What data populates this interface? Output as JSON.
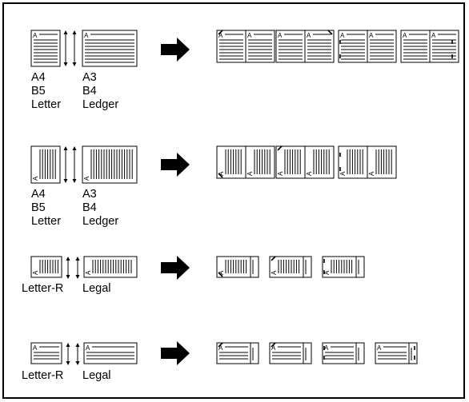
{
  "rows": [
    {
      "name": "portrait-a4-a3",
      "size_labels": [
        [
          "A4",
          "B5",
          "Letter"
        ],
        [
          "A3",
          "B4",
          "Ledger"
        ]
      ],
      "page_letter": "A",
      "orientation": "portrait-text",
      "output_variants": 4
    },
    {
      "name": "rotated-a4-a3",
      "size_labels": [
        [
          "A4",
          "B5",
          "Letter"
        ],
        [
          "A3",
          "B4",
          "Ledger"
        ]
      ],
      "page_letter": "A",
      "orientation": "rotated-text",
      "output_variants": 3
    },
    {
      "name": "letter-r-legal-rotated",
      "size_labels": [
        [
          "Letter-R"
        ],
        [
          "Legal"
        ]
      ],
      "page_letter": "A",
      "orientation": "rotated-text",
      "output_variants": 3
    },
    {
      "name": "letter-r-legal-portrait",
      "size_labels": [
        [
          "Letter-R"
        ],
        [
          "Legal"
        ]
      ],
      "page_letter": "A",
      "orientation": "portrait-text",
      "output_variants": 4
    }
  ],
  "colors": {
    "line": "#000000",
    "background": "#ffffff"
  },
  "icons": [
    "double-headed-arrow-icon",
    "right-arrow-icon",
    "staple-corner-icon",
    "page-icon"
  ]
}
